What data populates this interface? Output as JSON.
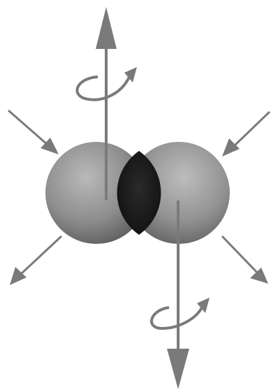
{
  "colors": {
    "background": "#ffffff",
    "arrow": "#7a7a7a",
    "sphere_light": "#b9b9b9",
    "sphere_mid": "#8e8e8e",
    "sphere_dark": "#5e5e5e",
    "overlap": "#1e1e1e"
  },
  "icons": {
    "spin_up": "curved-rotation-arrow",
    "spin_down": "curved-rotation-arrow",
    "axis_up": "arrow-up",
    "axis_down": "arrow-down",
    "incoming_left": "arrow-down-right",
    "incoming_right": "arrow-down-left",
    "outgoing_left": "arrow-down-left",
    "outgoing_right": "arrow-down-right"
  }
}
